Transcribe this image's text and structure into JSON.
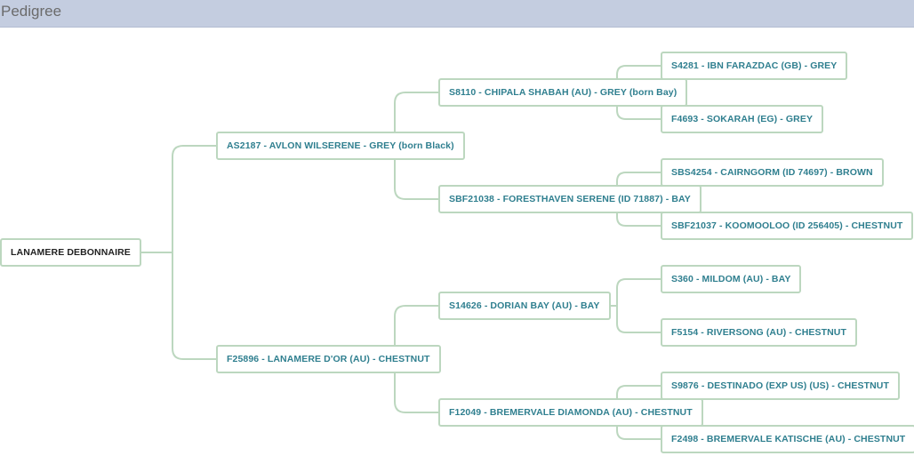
{
  "header": {
    "title": "Pedigree"
  },
  "pedigree": {
    "subject": "LANAMERE DEBONNAIRE",
    "sire": "AS2187 - AVLON WILSERENE - GREY (born Black)",
    "dam": "F25896 - LANAMERE D'OR (AU) - CHESTNUT",
    "sire_sire": "S8110 - CHIPALA SHABAH (AU) - GREY (born Bay)",
    "sire_dam": "SBF21038 - FORESTHAVEN SERENE (ID 71887) - BAY",
    "dam_sire": "S14626 - DORIAN BAY (AU) - BAY",
    "dam_dam": "F12049 - BREMERVALE DIAMONDA (AU) - CHESTNUT",
    "sire_sire_sire": "S4281 - IBN FARAZDAC (GB) - GREY",
    "sire_sire_dam": "F4693 - SOKARAH (EG) - GREY",
    "sire_dam_sire": "SBS4254 - CAIRNGORM (ID 74697) - BROWN",
    "sire_dam_dam": "SBF21037 - KOOMOOLOO (ID 256405) - CHESTNUT",
    "dam_sire_sire": "S360 - MILDOM (AU) - BAY",
    "dam_sire_dam": "F5154 - RIVERSONG (AU) - CHESTNUT",
    "dam_dam_sire": "S9876 - DESTINADO (EXP US) (US) - CHESTNUT",
    "dam_dam_dam": "F2498 - BREMERVALE KATISCHE (AU) - CHESTNUT"
  },
  "colors": {
    "header_bg": "#c4cde0",
    "node_border": "#bcd7bf",
    "node_text": "#2f7f8f",
    "root_text": "#222222"
  }
}
